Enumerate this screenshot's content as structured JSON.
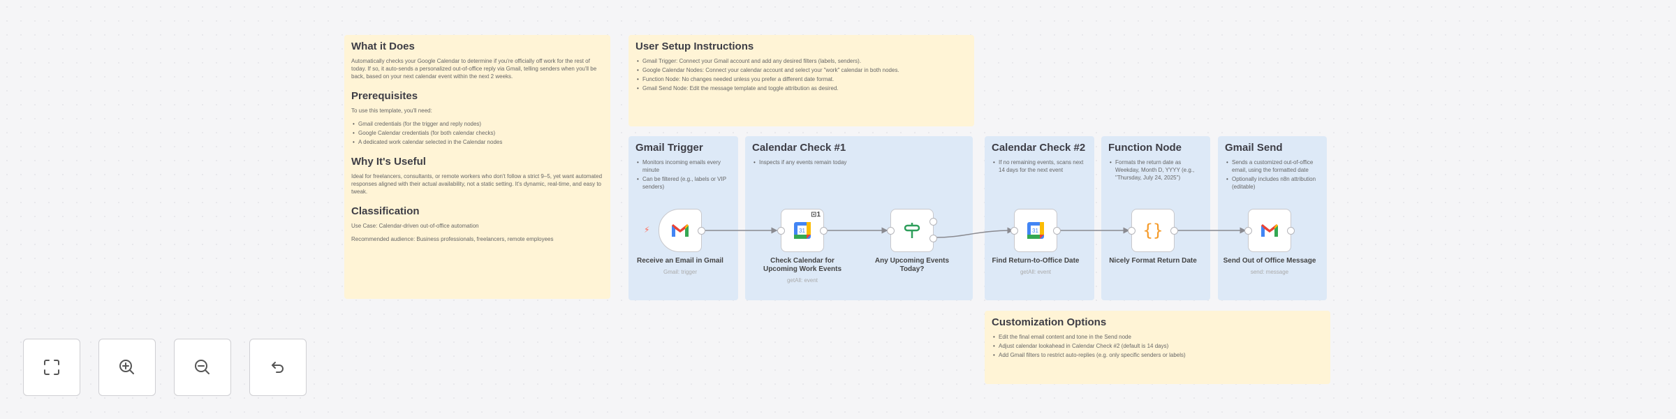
{
  "notes": {
    "what_it_does": {
      "title": "What it Does",
      "body": "Automatically checks your Google Calendar to determine if you're officially off work for the rest of today. If so, it auto-sends a personalized out-of-office reply via Gmail, telling senders when you'll be back, based on your next calendar event within the next 2 weeks."
    },
    "prerequisites": {
      "title": "Prerequisites",
      "intro": "To use this template, you'll need:",
      "items": [
        "Gmail credentials (for the trigger and reply nodes)",
        "Google Calendar credentials (for both calendar checks)",
        "A dedicated work calendar selected in the Calendar nodes"
      ]
    },
    "why_useful": {
      "title": "Why It's Useful",
      "body": "Ideal for freelancers, consultants, or remote workers who don't follow a strict 9–5, yet want automated responses aligned with their actual availability, not a static setting. It's dynamic, real-time, and easy to tweak."
    },
    "classification": {
      "title": "Classification",
      "use_case": "Use Case: Calendar-driven out-of-office automation",
      "audience": "Recommended audience: Business professionals, freelancers, remote employees"
    },
    "setup": {
      "title": "User Setup Instructions",
      "items": [
        "Gmail Trigger: Connect your Gmail account and add any desired filters (labels, senders).",
        "Google Calendar Nodes: Connect your calendar account and select your \"work\" calendar in both nodes.",
        "Function Node: No changes needed unless you prefer a different date format.",
        "Gmail Send Node: Edit the message template and toggle attribution as desired."
      ]
    },
    "customization": {
      "title": "Customization Options",
      "items": [
        "Edit the final email content and tone in the Send node",
        "Adjust calendar lookahead in Calendar Check #2 (default is 14 days)",
        "Add Gmail filters to restrict auto-replies (e.g. only specific senders or labels)"
      ]
    }
  },
  "groups": [
    {
      "title": "Gmail Trigger",
      "items": [
        "Monitors incoming emails every minute",
        "Can be filtered (e.g., labels or VIP senders)"
      ]
    },
    {
      "title": "Calendar Check #1",
      "items": [
        "Inspects if any events remain today"
      ]
    },
    {
      "title": "Calendar Check #2",
      "items": [
        "If no remaining events, scans next 14 days for the next event"
      ]
    },
    {
      "title": "Function Node",
      "items": [
        "Formats the return date as Weekday, Month D, YYYY (e.g., \"Thursday, July 24, 2025\")"
      ]
    },
    {
      "title": "Gmail Send",
      "items": [
        "Sends a customized out-of-office email, using the formatted date",
        "Optionally includes n8n attribution (editable)"
      ]
    }
  ],
  "nodes": [
    {
      "name": "Receive an Email in Gmail",
      "sub": "Gmail: trigger",
      "icon": "gmail-icon"
    },
    {
      "name": "Check Calendar for Upcoming Work Events",
      "sub": "getAll: event",
      "icon": "google-calendar-icon",
      "badge": "1"
    },
    {
      "name": "Any Upcoming Events Today?",
      "sub": "",
      "icon": "if-signpost-icon"
    },
    {
      "name": "Find Return-to-Office Date",
      "sub": "getAll: event",
      "icon": "google-calendar-icon"
    },
    {
      "name": "Nicely Format Return Date",
      "sub": "",
      "icon": "code-braces-icon"
    },
    {
      "name": "Send Out of Office Message",
      "sub": "send: message",
      "icon": "gmail-icon"
    }
  ],
  "controls": [
    {
      "name": "fit-view",
      "icon": "fit-view-icon"
    },
    {
      "name": "zoom-in",
      "icon": "zoom-in-icon"
    },
    {
      "name": "zoom-out",
      "icon": "zoom-out-icon"
    },
    {
      "name": "reset-zoom",
      "icon": "undo-icon"
    }
  ],
  "colors": {
    "sticky_yellow": "#fff4d6",
    "sticky_blue": "#dde9f7",
    "trigger_bolt": "#ff6d5a",
    "if_green": "#2e9e5b",
    "code_orange": "#f59b2a"
  }
}
